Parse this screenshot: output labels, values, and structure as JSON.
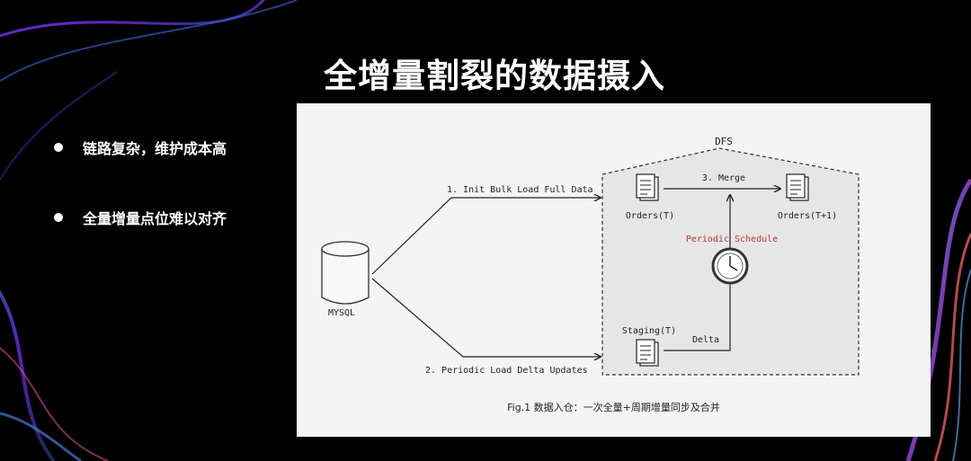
{
  "slide": {
    "title": "全增量割裂的数据摄入",
    "bullets": [
      "链路复杂，维护成本高",
      "全量增量点位难以对齐"
    ]
  },
  "diagram": {
    "dfs_label": "DFS",
    "database_label": "MYSQL",
    "step1_label": "1. Init Bulk Load Full Data",
    "step2_label": "2. Periodic Load Delta Updates",
    "step3_label": "3. Merge",
    "orders_t_label": "Orders(T)",
    "orders_t1_label": "Orders(T+1)",
    "staging_label": "Staging(T)",
    "delta_label": "Delta",
    "schedule_label": "Periodic Schedule",
    "caption": "Fig.1  数据入仓：一次全量+周期增量同步及合并"
  },
  "colors": {
    "background": "#000000",
    "panel": "#f4f4f4",
    "schedule_text": "#b03a2e",
    "ink": "#222222"
  }
}
